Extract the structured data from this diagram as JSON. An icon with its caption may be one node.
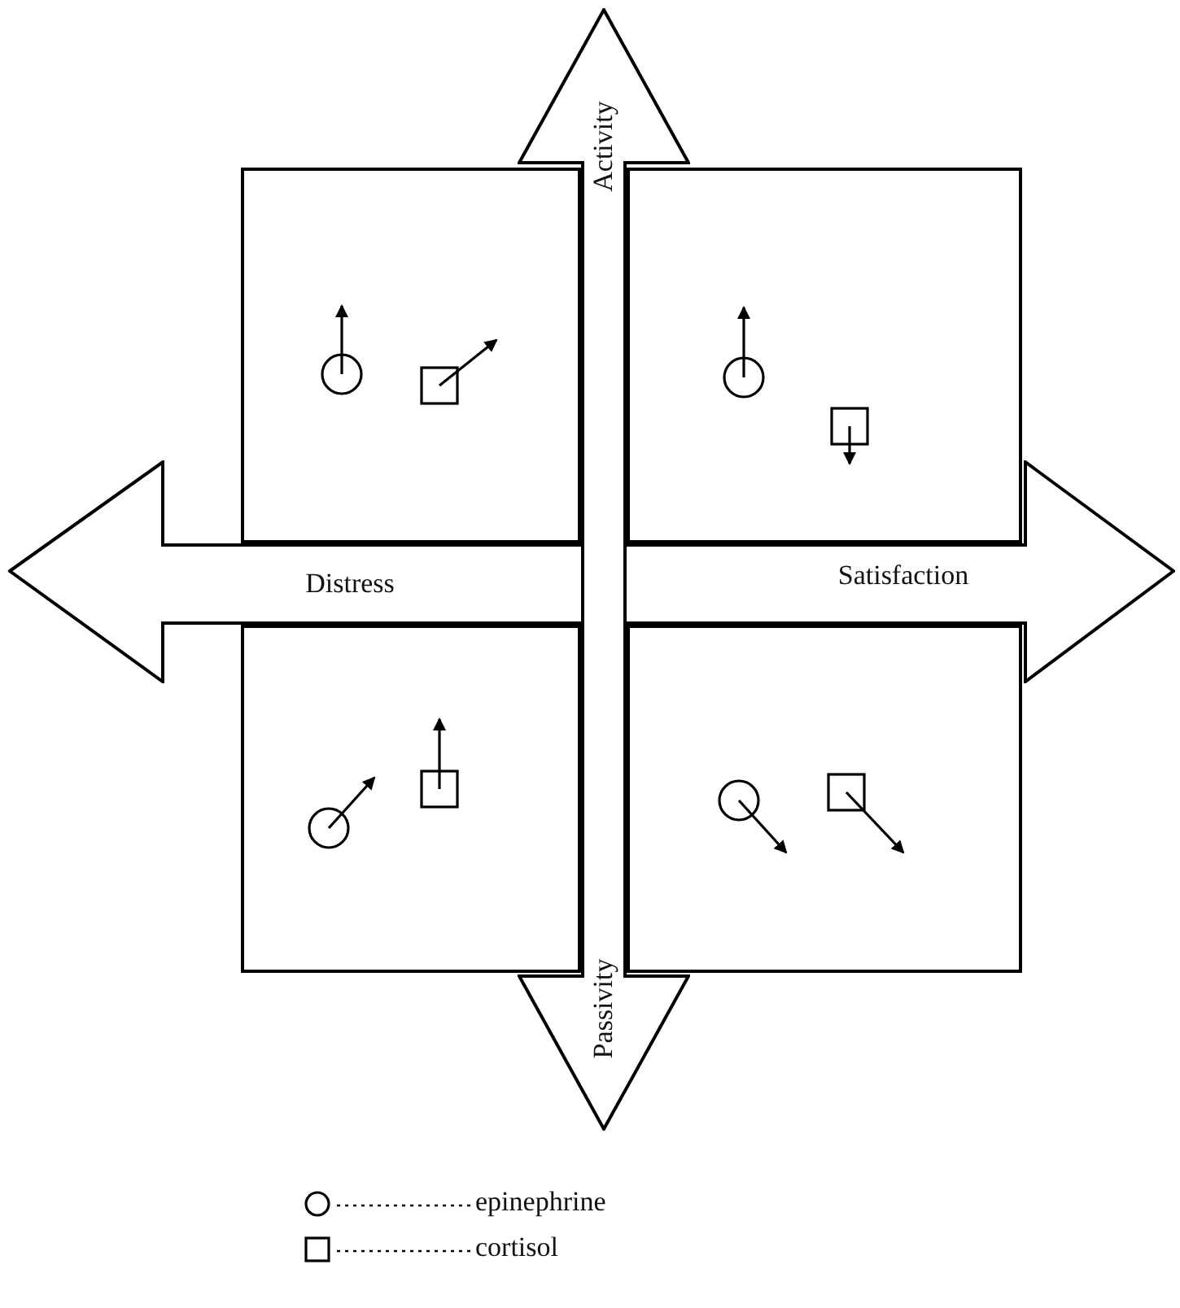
{
  "diagram": {
    "nodes": [
      {
        "text": [
          "Activity",
          "Passivity"
        ]
      },
      {
        "text": [],
        "shape": "box"
      },
      {
        "text": [],
        "shape": "circle",
        "in": 1
      },
      {
        "text": [],
        "shape": "box",
        "in": 1
      },
      {
        "text": [],
        "shape": "box"
      },
      {
        "text": [],
        "shape": "circle",
        "in": 4
      },
      {
        "text": [],
        "shape": "box",
        "in": 4
      },
      {
        "text": [
          "Distress",
          "Satisfaction"
        ]
      },
      {
        "text": [],
        "shape": "box"
      },
      {
        "text": [],
        "shape": "circle",
        "in": 8
      },
      {
        "text": [],
        "shape": "box",
        "in": 8
      },
      {
        "text": [],
        "shape": "box"
      },
      {
        "text": [],
        "shape": "circle",
        "in": 11
      },
      {
        "text": [],
        "shape": "box",
        "in": 11
      }
    ],
    "legend": [
      {
        "text": "epinephrine"
      },
      {
        "text": "cortisol"
      }
    ]
  }
}
